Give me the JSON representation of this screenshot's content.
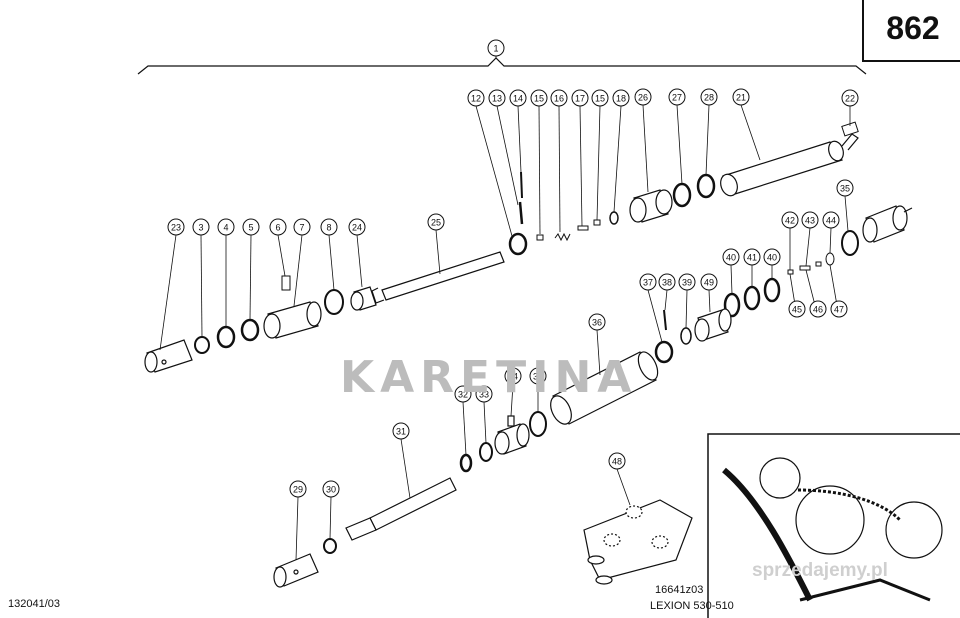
{
  "page_number": "862",
  "doc_code": "132041/03",
  "drawing_code": "16641z03",
  "model_label": "LEXION 530-510",
  "watermark": {
    "word": "KARETINA",
    "seller_mark": "sprzedajemy.pl"
  },
  "callouts": [
    {
      "id": "c1",
      "label": "1"
    },
    {
      "id": "c12",
      "label": "12"
    },
    {
      "id": "c13",
      "label": "13"
    },
    {
      "id": "c14",
      "label": "14"
    },
    {
      "id": "c15a",
      "label": "15"
    },
    {
      "id": "c16",
      "label": "16"
    },
    {
      "id": "c17",
      "label": "17"
    },
    {
      "id": "c15b",
      "label": "15"
    },
    {
      "id": "c18",
      "label": "18"
    },
    {
      "id": "c26",
      "label": "26"
    },
    {
      "id": "c27",
      "label": "27"
    },
    {
      "id": "c28",
      "label": "28"
    },
    {
      "id": "c21",
      "label": "21"
    },
    {
      "id": "c22",
      "label": "22"
    },
    {
      "id": "c23",
      "label": "23"
    },
    {
      "id": "c3",
      "label": "3"
    },
    {
      "id": "c4",
      "label": "4"
    },
    {
      "id": "c5",
      "label": "5"
    },
    {
      "id": "c6",
      "label": "6"
    },
    {
      "id": "c7",
      "label": "7"
    },
    {
      "id": "c8",
      "label": "8"
    },
    {
      "id": "c24",
      "label": "24"
    },
    {
      "id": "c25",
      "label": "25"
    },
    {
      "id": "c35a",
      "label": "35"
    },
    {
      "id": "c42",
      "label": "42"
    },
    {
      "id": "c43",
      "label": "43"
    },
    {
      "id": "c44",
      "label": "44"
    },
    {
      "id": "c40a",
      "label": "40"
    },
    {
      "id": "c41",
      "label": "41"
    },
    {
      "id": "c40b",
      "label": "40"
    },
    {
      "id": "c37",
      "label": "37"
    },
    {
      "id": "c38",
      "label": "38"
    },
    {
      "id": "c39",
      "label": "39"
    },
    {
      "id": "c49",
      "label": "49"
    },
    {
      "id": "c45",
      "label": "45"
    },
    {
      "id": "c46",
      "label": "46"
    },
    {
      "id": "c47",
      "label": "47"
    },
    {
      "id": "c36",
      "label": "36"
    },
    {
      "id": "c32",
      "label": "32"
    },
    {
      "id": "c33",
      "label": "33"
    },
    {
      "id": "c34",
      "label": "34"
    },
    {
      "id": "c35b",
      "label": "35"
    },
    {
      "id": "c31",
      "label": "31"
    },
    {
      "id": "c29",
      "label": "29"
    },
    {
      "id": "c30",
      "label": "30"
    },
    {
      "id": "c48",
      "label": "48"
    }
  ]
}
